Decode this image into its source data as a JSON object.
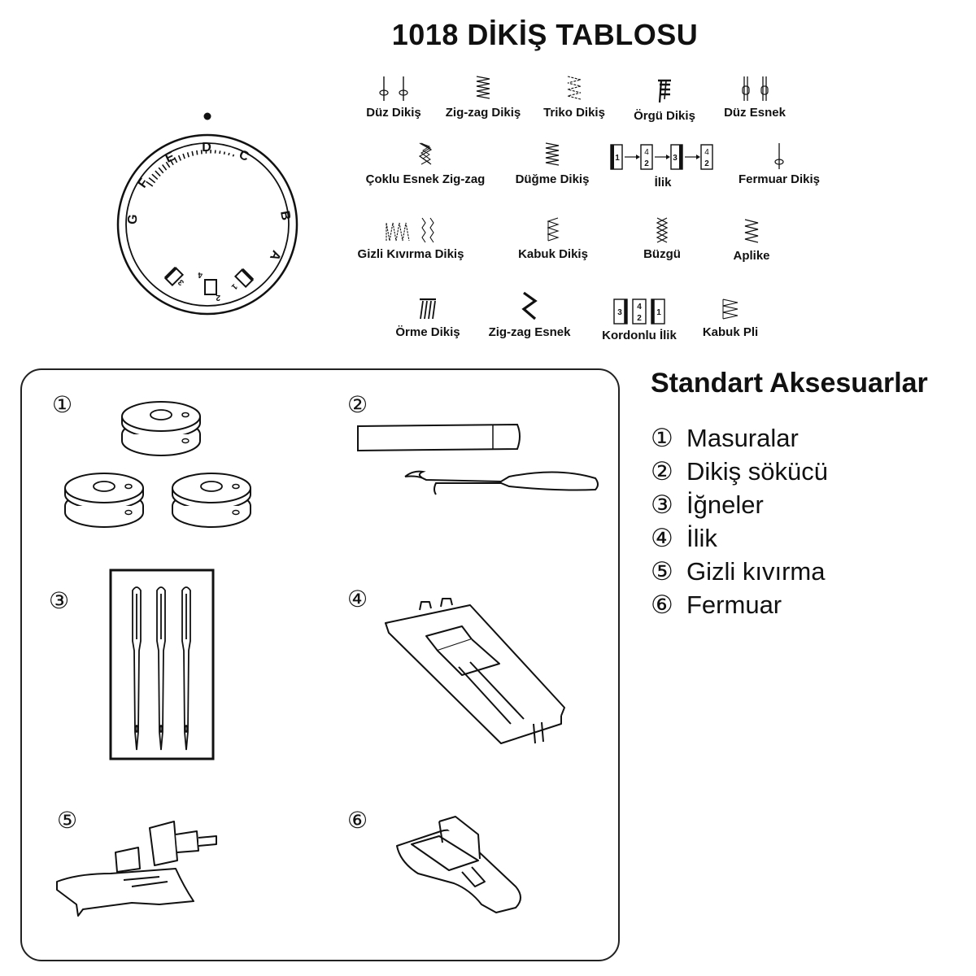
{
  "title": "1018 DİKİŞ TABLOSU",
  "dial": {
    "letters": [
      "A",
      "B",
      "C",
      "D",
      "E",
      "F",
      "G"
    ],
    "buttonhole_numbers": [
      "1",
      "2",
      "3",
      "4"
    ]
  },
  "stitches": [
    {
      "label": "Düz Dikiş",
      "icon": "straight-stitch-icon"
    },
    {
      "label": "Zig-zag Dikiş",
      "icon": "zigzag-stitch-icon"
    },
    {
      "label": "Triko Dikiş",
      "icon": "tricot-stitch-icon"
    },
    {
      "label": "Örgü Dikiş",
      "icon": "knit-stitch-icon"
    },
    {
      "label": "Düz Esnek",
      "icon": "straight-stretch-icon"
    },
    {
      "label": "Çoklu Esnek Zig-zag",
      "icon": "multi-stretch-zigzag-icon"
    },
    {
      "label": "Düğme Dikiş",
      "icon": "button-stitch-icon"
    },
    {
      "label": "İlik",
      "icon": "buttonhole-sequence-icon"
    },
    {
      "label": "Fermuar Dikiş",
      "icon": "zipper-stitch-icon"
    },
    {
      "label": "Gizli Kıvırma Dikiş",
      "icon": "blind-hem-icon"
    },
    {
      "label": "Kabuk Dikiş",
      "icon": "shell-stitch-icon"
    },
    {
      "label": "Büzgü",
      "icon": "smocking-icon"
    },
    {
      "label": "Aplike",
      "icon": "applique-icon"
    },
    {
      "label": "Örme Dikiş",
      "icon": "overlock-stitch-icon"
    },
    {
      "label": "Zig-zag Esnek",
      "icon": "stretch-zigzag-icon"
    },
    {
      "label": "Kordonlu İlik",
      "icon": "corded-buttonhole-icon"
    },
    {
      "label": "Kabuk Pli",
      "icon": "shell-tuck-icon"
    }
  ],
  "buttonhole_steps": [
    "1",
    "4",
    "2",
    "3",
    "4",
    "2"
  ],
  "corded_buttonhole_steps": [
    "3",
    "4",
    "2",
    "1"
  ],
  "accessories_panel": {
    "numbers": [
      "①",
      "②",
      "③",
      "④",
      "⑤",
      "⑥"
    ],
    "items": [
      "bobbins-illustration",
      "seam-ripper-illustration",
      "needles-illustration",
      "buttonhole-foot-illustration",
      "blind-hem-foot-illustration",
      "zipper-foot-illustration"
    ]
  },
  "accessories": {
    "title": "Standart Aksesuarlar",
    "items": [
      {
        "num": "①",
        "name": "Masuralar"
      },
      {
        "num": "②",
        "name": "Dikiş sökücü"
      },
      {
        "num": "③",
        "name": "İğneler"
      },
      {
        "num": "④",
        "name": "İlik"
      },
      {
        "num": "⑤",
        "name": "Gizli kıvırma"
      },
      {
        "num": "⑥",
        "name": "Fermuar"
      }
    ]
  }
}
